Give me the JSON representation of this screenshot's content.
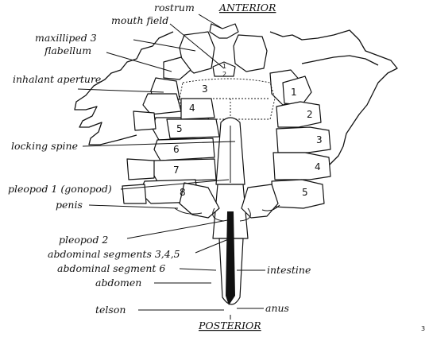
{
  "orientation": {
    "top": "ANTERIOR",
    "bottom": "POSTERIOR"
  },
  "labels": {
    "rostrum": "rostrum",
    "mouth_field": "mouth field",
    "maxilliped": "maxilliped 3",
    "flabellum": "flabellum",
    "inhalant_aperture": "inhalant aperture",
    "locking_spine": "locking spine",
    "pleopod1": "pleopod 1 (gonopod)",
    "penis": "penis",
    "pleopod2": "pleopod 2",
    "abd_segments_345": "abdominal segments 3,4,5",
    "abd_segment_6": "abdominal segment 6",
    "abdomen": "abdomen",
    "telson": "telson",
    "intestine": "intestine",
    "anus": "anus"
  },
  "sternite_numbers": [
    "1",
    "2",
    "3",
    "4",
    "5",
    "6",
    "7",
    "8"
  ],
  "leg_numbers": [
    "1",
    "2",
    "3",
    "4",
    "5"
  ],
  "page_mark": "3"
}
